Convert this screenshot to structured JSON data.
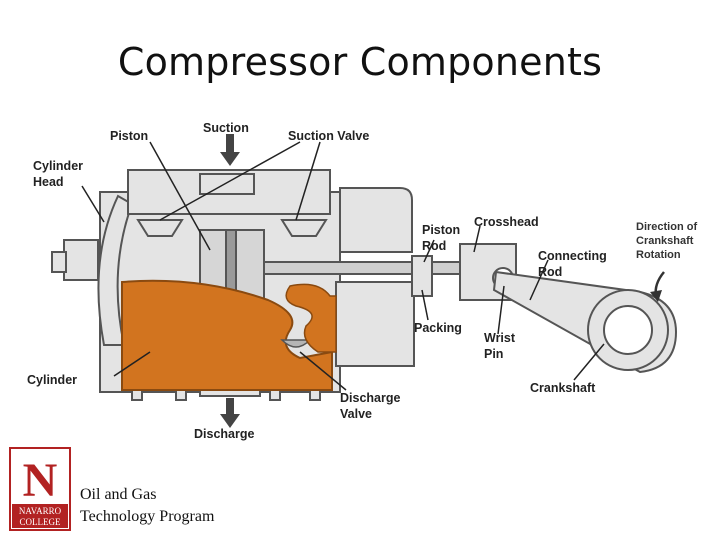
{
  "slide": {
    "title": "Compressor Components"
  },
  "labels": {
    "piston": "Piston",
    "suction": "Suction",
    "suction_valve": "Suction Valve",
    "cylinder_head_1": "Cylinder",
    "cylinder_head_2": "Head",
    "piston_rod_1": "Piston",
    "piston_rod_2": "Rod",
    "crosshead": "Crosshead",
    "connecting_rod_1": "Connecting",
    "connecting_rod_2": "Rod",
    "direction_1": "Direction of",
    "direction_2": "Crankshaft",
    "direction_3": "Rotation",
    "packing": "Packing",
    "wrist_pin_1": "Wrist",
    "wrist_pin_2": "Pin",
    "cylinder": "Cylinder",
    "crankshaft": "Crankshaft",
    "discharge_valve_1": "Discharge",
    "discharge_valve_2": "Valve",
    "discharge": "Discharge"
  },
  "footer": {
    "logo_letter": "N",
    "logo_line1": "NAVARRO",
    "logo_line2": "COLLEGE",
    "program_line1": "Oil and Gas",
    "program_line2": "Technology Program"
  },
  "colors": {
    "casing_fill": "#e4e4e4",
    "outline": "#555555",
    "gas_orange": "#d2741f",
    "logo_red": "#b22222"
  }
}
